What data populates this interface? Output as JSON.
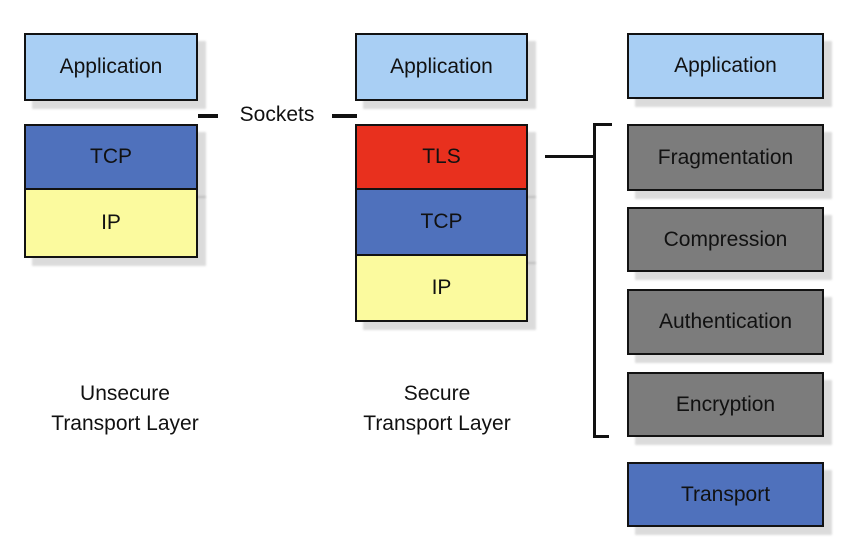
{
  "diagram": {
    "kind": "tls-protocol-stack-diagram",
    "colors": {
      "application_fill": "#A9CFF4",
      "tcp_transport_fill": "#4F71BC",
      "ip_fill": "#FBFA9E",
      "tls_fill": "#E8301E",
      "service_fill": "#7C7C7C",
      "border": "#121212",
      "text": "#111111",
      "line": "#111111",
      "shadow": "rgba(0,0,0,0.14)",
      "background": "#FFFFFF"
    },
    "sockets": {
      "label": "Sockets"
    },
    "stacks": {
      "unsecure": {
        "caption_line1": "Unsecure",
        "caption_line2": "Transport Layer",
        "boxes": [
          {
            "label": "Application",
            "color": "#A9CFF4"
          },
          {
            "label": "TCP",
            "color": "#4F71BC"
          },
          {
            "label": "IP",
            "color": "#FBFA9E"
          }
        ]
      },
      "secure": {
        "caption_line1": "Secure",
        "caption_line2": "Transport Layer",
        "boxes": [
          {
            "label": "Application",
            "color": "#A9CFF4"
          },
          {
            "label": "TLS",
            "color": "#E8301E"
          },
          {
            "label": "TCP",
            "color": "#4F71BC"
          },
          {
            "label": "IP",
            "color": "#FBFA9E"
          }
        ]
      },
      "tls_services": {
        "boxes": [
          {
            "label": "Application",
            "color": "#A9CFF4"
          },
          {
            "label": "Fragmentation",
            "color": "#7C7C7C"
          },
          {
            "label": "Compression",
            "color": "#7C7C7C"
          },
          {
            "label": "Authentication",
            "color": "#7C7C7C"
          },
          {
            "label": "Encryption",
            "color": "#7C7C7C"
          },
          {
            "label": "Transport",
            "color": "#4F71BC"
          }
        ]
      }
    }
  }
}
